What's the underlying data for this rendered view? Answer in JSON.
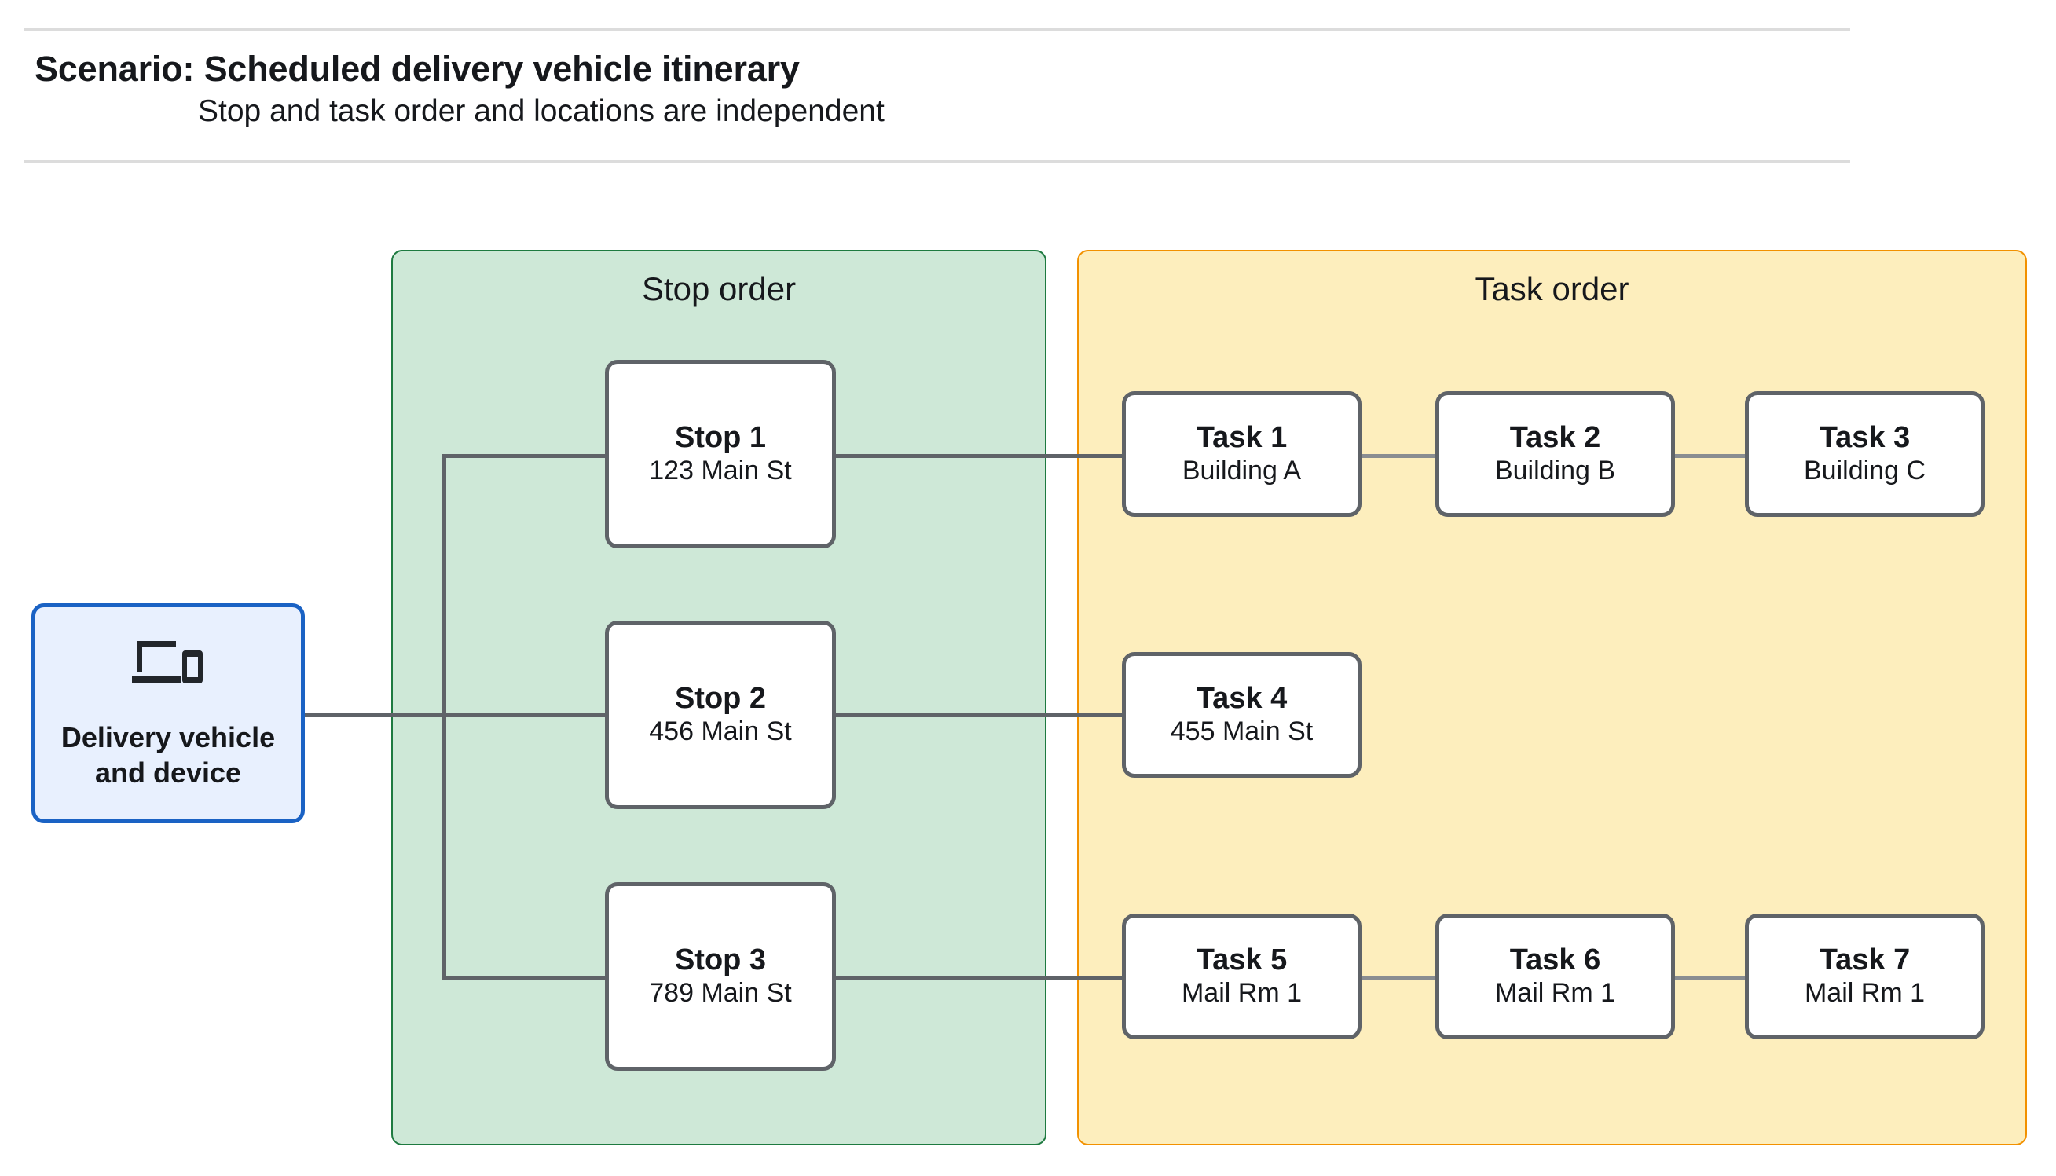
{
  "header": {
    "title": "Scenario: Scheduled delivery vehicle itinerary",
    "subtitle": "Stop and task order and locations are independent"
  },
  "vehicle": {
    "label": "Delivery vehicle\nand device",
    "icon": "devices-icon",
    "border_color": "#1a62c4",
    "fill_color": "#e8f0fe"
  },
  "panels": {
    "stop": {
      "title": "Stop order",
      "fill_color": "#cee8d7",
      "border_color": "#1e7a40"
    },
    "task": {
      "title": "Task order",
      "fill_color": "#fdeebd",
      "border_color": "#f29100"
    }
  },
  "stops": [
    {
      "name": "Stop 1",
      "location": "123 Main St"
    },
    {
      "name": "Stop 2",
      "location": "456 Main St"
    },
    {
      "name": "Stop 3",
      "location": "789 Main St"
    }
  ],
  "tasks": [
    {
      "name": "Task 1",
      "location": "Building A"
    },
    {
      "name": "Task 2",
      "location": "Building B"
    },
    {
      "name": "Task 3",
      "location": "Building C"
    },
    {
      "name": "Task 4",
      "location": "455 Main St"
    },
    {
      "name": "Task 5",
      "location": "Mail Rm 1"
    },
    {
      "name": "Task 6",
      "location": "Mail Rm 1"
    },
    {
      "name": "Task 7",
      "location": "Mail Rm 1"
    }
  ],
  "connector_color": "#5f6368"
}
